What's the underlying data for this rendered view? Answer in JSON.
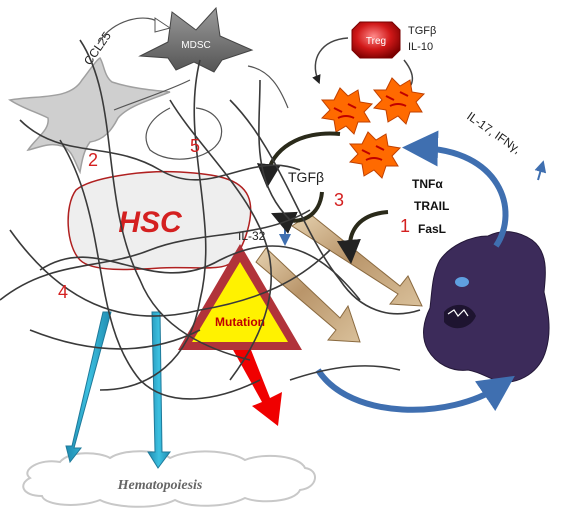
{
  "cells": {
    "mdsc": "MDSC",
    "treg": "Treg",
    "hsc": "HSC"
  },
  "labels": {
    "ccl25": "CCL25",
    "treg_cytokine_1": "TGFβ",
    "treg_cytokine_2": "IL-10",
    "th17_cytokines": "IL-17, IFNγ,",
    "tgfb_center": "TGFβ",
    "il32": "IL-32",
    "tnfa": "TNFα",
    "trail": "TRAIL",
    "fasl": "FasL",
    "mutation": "Mutation",
    "hematopoiesis": "Hematopoiesis"
  },
  "numbers": {
    "n1": "1",
    "n2": "2",
    "n3": "3",
    "n4": "4",
    "n5": "5"
  },
  "colors": {
    "red_number": "#d42020",
    "hsc_text": "#d42020",
    "tcell_orange": "#ff6a00",
    "tcell_face": "#c00000",
    "treg_red": "#d01818",
    "tumor_purple": "#3c2b5a",
    "tumor_eye": "#5fa0e0",
    "blue_arrow": "#3f6fb0",
    "cyan_arrow": "#2aa5c8",
    "red_arrow": "#f00000",
    "triangle_fill": "#fff200",
    "triangle_border": "#b1333a",
    "paper_arrow": "#c8aa80",
    "gray_cell": "#d0d0d0",
    "mdsc_gray": "#777777"
  },
  "icons": {
    "tumor": "tumor-monster-icon",
    "tcell": "activated-t-cell-icon",
    "treg": "treg-cell-icon"
  }
}
